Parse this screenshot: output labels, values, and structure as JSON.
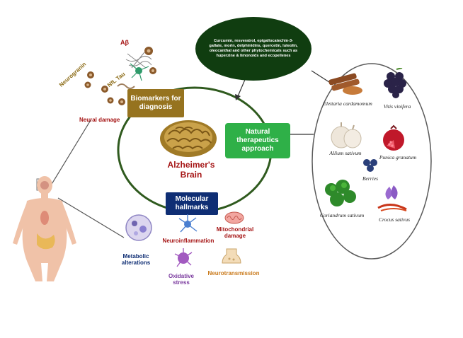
{
  "center": {
    "line1": "Alzheimer's",
    "line2": "Brain"
  },
  "boxes": {
    "biomarkers": "Biomarkers for diagnosis",
    "natural": "Natural therapeutics approach",
    "molecular": "Molecular hallmarks"
  },
  "phyto_text": "Curcumin, resveratrol, epigallocatechin-3-gallate, morin, delphinidins, quercetin, luteolin, oleocanthal and other phytochemicals such as huperzine & limonoids and ecopellenes",
  "biomarker_labels": {
    "abeta": "Aβ",
    "neurogranin": "Neurogranin",
    "nft_tau": "NfL Tau",
    "neural_damage": "Neural damage"
  },
  "hallmarks": {
    "metabolic": "Metabolic alterations",
    "neuroinflammation": "Neuroinflammation",
    "mitochondrial": "Mitochondrial damage",
    "oxidative": "Oxidative stress",
    "neurotransmission": "Neurotransmission"
  },
  "plants": {
    "elettaria": "Elettaria cardamomum",
    "vitis": "Vitis vinifera",
    "allium": "Allium sativum",
    "punica": "Punica granatum",
    "berries": "Berries",
    "coriandrum": "Coriandrum sativum",
    "crocus": "Crocus sativus"
  },
  "colors": {
    "ring": "#2f5a1e",
    "dark_green": "#103d10",
    "gold_box": "#96731f",
    "green_box": "#2fb048",
    "navy_box": "#0f2e74",
    "red_text": "#a51414"
  }
}
